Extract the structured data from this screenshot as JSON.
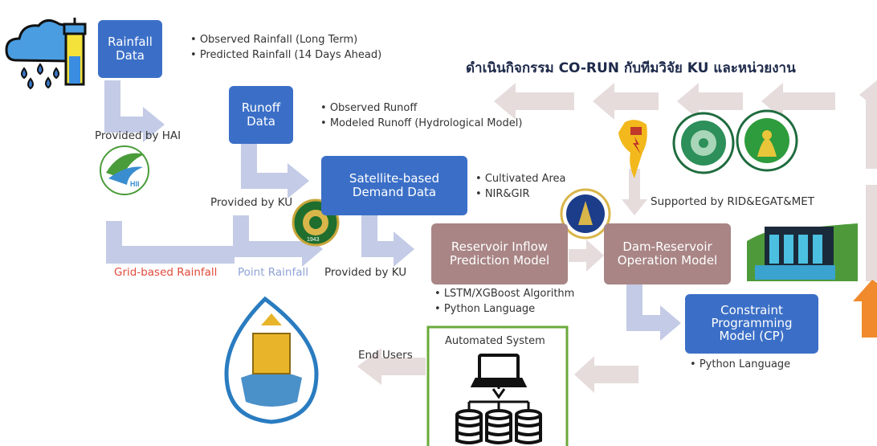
{
  "title": "ดำเนินกิจกรรม CO-RUN กับทีมวิจัย KU และหน่วยงาน",
  "nodes": {
    "rainfall": {
      "line1": "Rainfall",
      "line2": "Data"
    },
    "runoff": {
      "line1": "Runoff",
      "line2": "Data"
    },
    "satellite": {
      "line1": "Satellite-based",
      "line2": "Demand Data"
    },
    "inflow": {
      "line1": "Reservoir Inflow",
      "line2": "Prediction Model"
    },
    "dam": {
      "line1": "Dam-Reservoir",
      "line2": "Operation Model"
    },
    "cp": {
      "line1": "Constraint",
      "line2": "Programming",
      "line3": "Model (CP)"
    },
    "automated": {
      "label": "Automated System"
    }
  },
  "bullets": {
    "rainfall": [
      "Observed Rainfall (Long Term)",
      "Predicted Rainfall (14 Days Ahead)"
    ],
    "runoff": [
      "Observed Runoff",
      "Modeled Runoff (Hydrological Model)"
    ],
    "satellite": [
      "Cultivated Area",
      "NIR&GIR"
    ],
    "inflow": [
      "LSTM/XGBoost Algorithm",
      "Python Language"
    ],
    "cp": [
      "Python Language"
    ]
  },
  "labels": {
    "provided_hai": "Provided by HAI",
    "provided_ku_1": "Provided by KU",
    "provided_ku_2": "Provided by KU",
    "grid_rainfall": "Grid-based Rainfall",
    "point_rainfall": "Point Rainfall",
    "supported_by": "Supported by RID&EGAT&MET",
    "end_users": "End Users"
  },
  "logos": {
    "hii_text": "HII",
    "ku_year": "1943"
  },
  "colors": {
    "node_blue": "#3b6fc7",
    "node_mauve": "#a98585",
    "arrow_light_blue": "#c3cbe6",
    "arrow_pink_gray": "#e6dcdc",
    "grid_rainfall_red": "#e24a3b",
    "point_rainfall_blue": "#8fa3d6",
    "automated_border": "#6aaa3a",
    "orange_arrow": "#f08a2c"
  }
}
